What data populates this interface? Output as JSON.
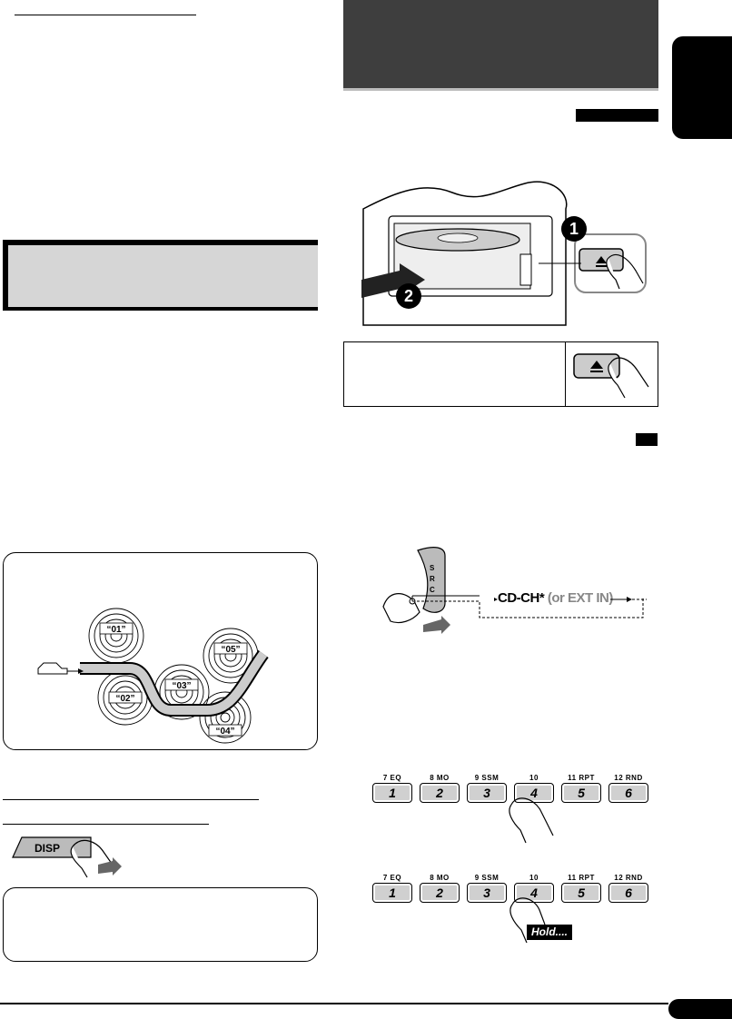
{
  "presets": [
    {
      "label": "7  EQ",
      "number": "1"
    },
    {
      "label": "8  MO",
      "number": "2"
    },
    {
      "label": "9  SSM",
      "number": "3"
    },
    {
      "label": "10",
      "number": "4"
    },
    {
      "label": "11  RPT",
      "number": "5"
    },
    {
      "label": "12  RND",
      "number": "6"
    }
  ],
  "source_chain": {
    "cd_ch": "CD-CH",
    "asterisk": "*",
    "ext_in": " (or EXT IN)",
    "src_letters": [
      "S",
      "R",
      "C"
    ]
  },
  "buttons": {
    "disp": "DISP",
    "hold": "Hold...."
  },
  "route": {
    "markers": [
      "“01”",
      "“02”",
      "“03”",
      "“04”",
      "“05”"
    ]
  },
  "steps": [
    "1",
    "2"
  ]
}
